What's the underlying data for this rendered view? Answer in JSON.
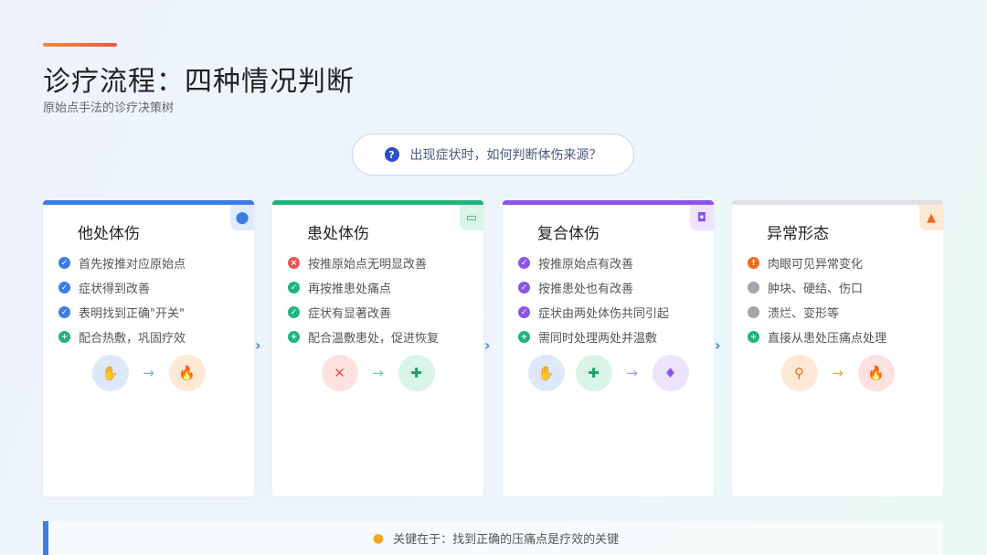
{
  "header": {
    "title": "诊疗流程：四种情况判断",
    "subtitle": "原始点手法的诊疗决策树"
  },
  "question": {
    "text": "出现症状时，如何判断体伤来源？",
    "icon": "question-circle-icon"
  },
  "colors": {
    "blue": "#3b7be6",
    "green": "#1fb57a",
    "purple": "#8b54e6",
    "gray": "#dddfe3",
    "orange": "#ef6a1e",
    "red": "#e85656"
  },
  "cards": [
    {
      "title": "他处体伤",
      "badge_icon": "location-pin-icon",
      "items": [
        {
          "icon": "check",
          "text": "首先按推对应原始点"
        },
        {
          "icon": "check",
          "text": "症状得到改善"
        },
        {
          "icon": "check",
          "text": "表明找到正确\"开关\""
        },
        {
          "icon": "plus",
          "text": "配合热敷，巩固疗效"
        }
      ],
      "flow": [
        "hand-icon",
        "fire-icon"
      ]
    },
    {
      "title": "患处体伤",
      "badge_icon": "bandage-icon",
      "items": [
        {
          "icon": "cross",
          "text": "按推原始点无明显改善"
        },
        {
          "icon": "check",
          "text": "再按推患处痛点"
        },
        {
          "icon": "check",
          "text": "症状有显著改善"
        },
        {
          "icon": "plus",
          "text": "配合温敷患处，促进恢复"
        }
      ],
      "flow": [
        "x-icon",
        "hand-holding-plus-icon"
      ]
    },
    {
      "title": "复合体伤",
      "badge_icon": "object-group-icon",
      "items": [
        {
          "icon": "check",
          "text": "按推原始点有改善"
        },
        {
          "icon": "check",
          "text": "按推患处也有改善"
        },
        {
          "icon": "check",
          "text": "症状由两处体伤共同引起"
        },
        {
          "icon": "plus",
          "text": "需同时处理两处并温敷"
        }
      ],
      "flow": [
        "hand-icon",
        "hand-holding-plus-icon",
        "flame-icon"
      ]
    },
    {
      "title": "异常形态",
      "badge_icon": "warning-triangle-icon",
      "items": [
        {
          "icon": "exclaim",
          "text": "肉眼可见异常变化"
        },
        {
          "icon": "circle",
          "text": "肿块、硬结、伤口"
        },
        {
          "icon": "circle",
          "text": "溃烂、变形等"
        },
        {
          "icon": "plus",
          "text": "直接从患处压痛点处理"
        }
      ],
      "flow": [
        "search-icon",
        "fire-icon"
      ]
    }
  ],
  "footer": {
    "text": "关键在于：找到正确的压痛点是疗效的关键",
    "icon": "lightbulb-icon"
  }
}
